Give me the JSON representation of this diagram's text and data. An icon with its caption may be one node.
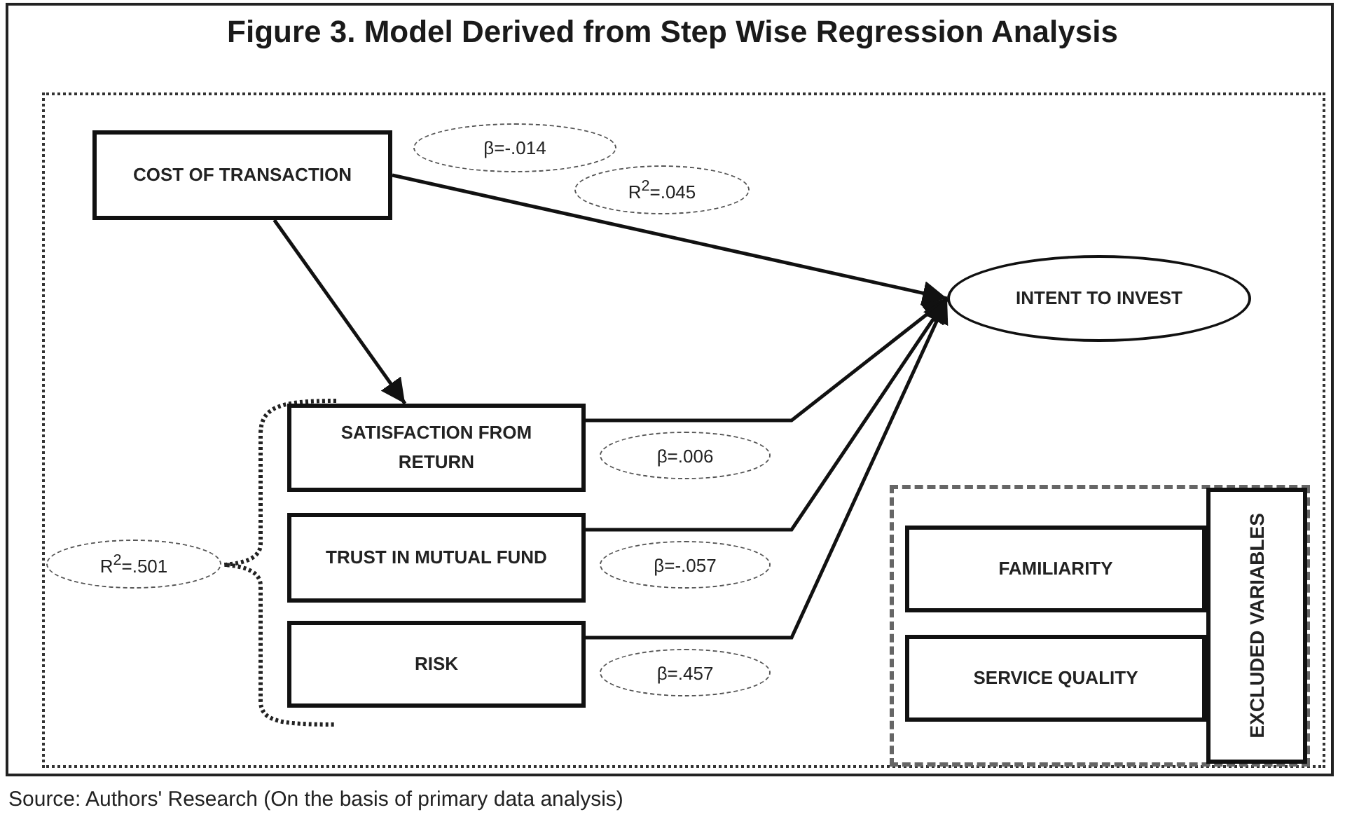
{
  "diagram": {
    "title": "Figure 3. Model Derived from Step Wise Regression Analysis",
    "nodes": [
      {
        "text": [
          "COST OF TRANSACTION"
        ]
      },
      {
        "text": [
          "β=-.014"
        ]
      },
      {
        "text": [
          "R$^{2}$=.045"
        ]
      },
      {
        "text": [
          "INTENT TO INVEST"
        ]
      },
      {
        "text": [
          "SATISFACTION FROM RETURN"
        ]
      },
      {
        "text": [
          "β=.006"
        ]
      },
      {
        "text": [],
        "shape": "box"
      },
      {
        "text": [
          "EXCLUDED VARIABLES"
        ],
        "in": 6
      },
      {
        "text": [
          "FAMILIARITY"
        ],
        "in": 6
      },
      {
        "text": [
          "R$^{2}$=.501"
        ]
      },
      {
        "text": [
          "TRUST IN MUTUAL FUND"
        ]
      },
      {
        "text": [
          "β=-.057"
        ]
      },
      {
        "text": [
          "SERVICE QUALITY"
        ],
        "in": 6
      },
      {
        "text": [
          "RISK"
        ]
      },
      {
        "text": [
          "β=.457"
        ]
      }
    ],
    "edges": [
      {
        "from": 0,
        "to": 3,
        "arrow": "to"
      },
      {
        "from": 0,
        "to": 4,
        "arrow": "to"
      },
      {
        "from": 4,
        "to": 3,
        "arrow": "to"
      },
      {
        "from": 10,
        "to": 3,
        "arrow": "to"
      },
      {
        "from": 13,
        "to": 3,
        "arrow": "to"
      }
    ],
    "caption": "Source: Authors' Research (On the basis of primary data analysis)"
  }
}
